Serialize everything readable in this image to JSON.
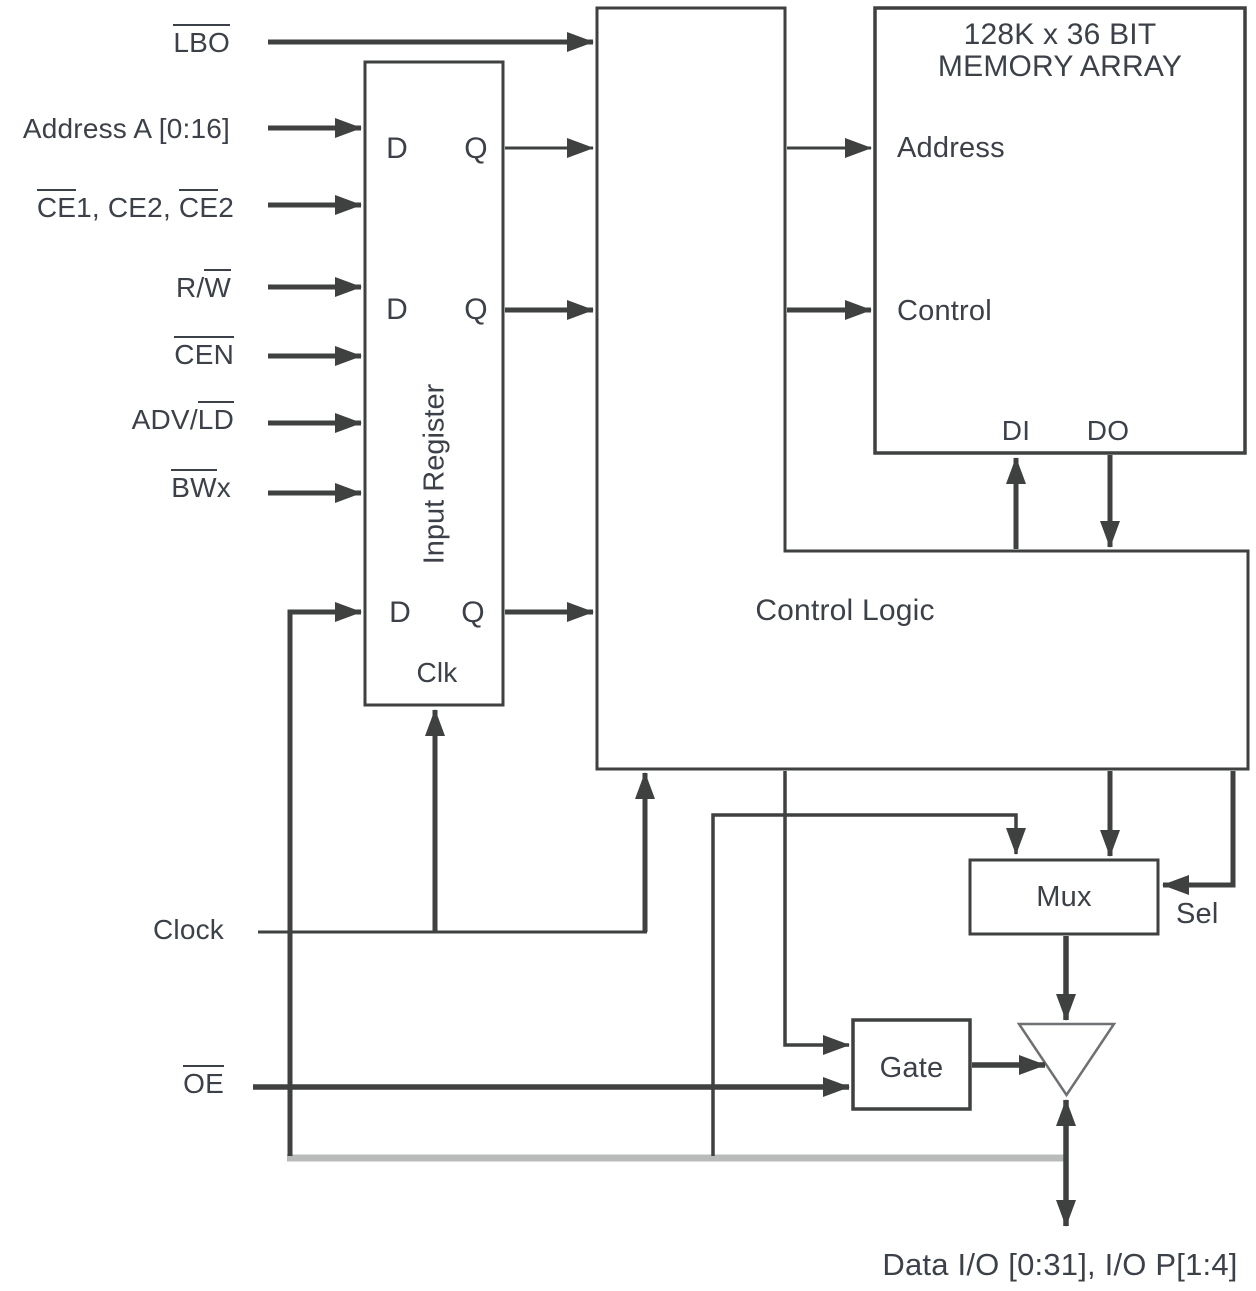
{
  "colors": {
    "line": "#3e4140",
    "text": "#3c4048",
    "bus_gray": "#b9bbba",
    "background": "#ffffff",
    "buffer_outline": "#6e7173"
  },
  "inputs": {
    "lbo": {
      "segments": [
        {
          "t": "LBO",
          "ov": true
        }
      ]
    },
    "address": {
      "text": "Address A [0:16]"
    },
    "chip_enables": {
      "segments": [
        {
          "t": "CE",
          "ov": true
        },
        {
          "t": "1, CE2, ",
          "ov": false
        },
        {
          "t": "CE",
          "ov": true
        },
        {
          "t": "2",
          "ov": false
        }
      ]
    },
    "read_write": {
      "segments": [
        {
          "t": "R/",
          "ov": false
        },
        {
          "t": "W",
          "ov": true
        }
      ]
    },
    "cen": {
      "segments": [
        {
          "t": "CEN",
          "ov": true
        }
      ]
    },
    "adv_ld": {
      "segments": [
        {
          "t": "ADV/",
          "ov": false
        },
        {
          "t": "LD",
          "ov": true
        }
      ]
    },
    "bwx": {
      "segments": [
        {
          "t": "BW",
          "ov": true
        },
        {
          "t": "x",
          "ov": false
        }
      ]
    },
    "clock": {
      "text": "Clock"
    },
    "oe": {
      "segments": [
        {
          "t": "OE",
          "ov": true
        }
      ]
    }
  },
  "input_register": {
    "label": "Input Register",
    "clk": "Clk",
    "d": "D",
    "q": "Q"
  },
  "memory_array": {
    "title_line1": "128K x 36 BIT",
    "title_line2": "MEMORY ARRAY",
    "address": "Address",
    "control": "Control",
    "di": "DI",
    "do": "DO"
  },
  "control_logic": {
    "label": "Control Logic"
  },
  "mux": {
    "label": "Mux",
    "sel": "Sel"
  },
  "gate": {
    "label": "Gate"
  },
  "output": {
    "data_io": "Data I/O [0:31], I/O P[1:4]"
  }
}
